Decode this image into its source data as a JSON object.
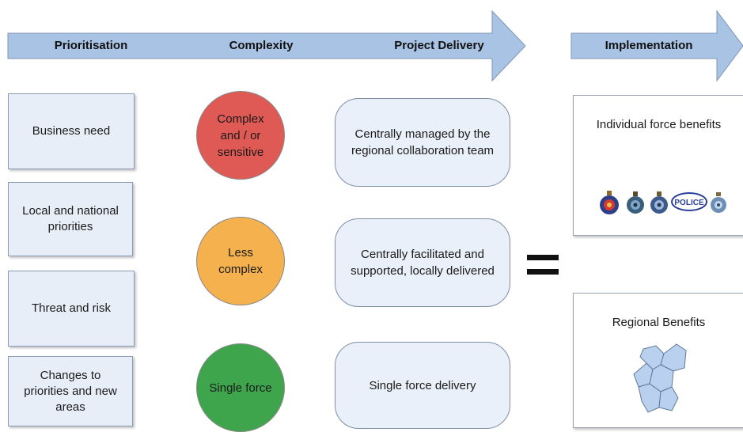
{
  "header": {
    "prioritisation": "Prioritisation",
    "complexity": "Complexity",
    "delivery": "Project Delivery",
    "implementation": "Implementation"
  },
  "prioritisation": [
    "Business need",
    "Local and national priorities",
    "Threat and risk",
    "Changes to priorities and new areas"
  ],
  "complexity": [
    {
      "label": "Complex and / or sensitive",
      "color": "#e05a55"
    },
    {
      "label": "Less complex",
      "color": "#f4b14d"
    },
    {
      "label": "Single force",
      "color": "#3ea54c"
    }
  ],
  "delivery": [
    "Centrally managed by the regional collaboration team",
    "Centrally facilitated and supported, locally delivered",
    "Single force delivery"
  ],
  "implementation": {
    "individual": "Individual force benefits",
    "regional": "Regional Benefits",
    "police_badge_text": "POLICE"
  },
  "colors": {
    "arrow_fill": "#a9c3e4",
    "arrow_stroke": "#7f95b5",
    "box_fill": "#e8eef8",
    "region_fill": "#b9d1ef"
  }
}
